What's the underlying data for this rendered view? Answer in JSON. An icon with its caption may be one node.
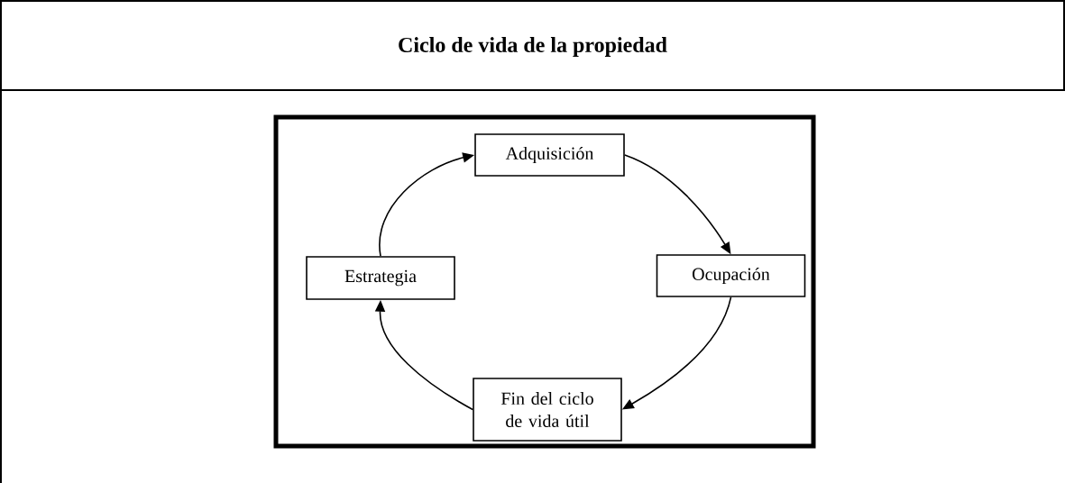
{
  "diagram": {
    "title": "Ciclo de vida de la propiedad",
    "nodes": [
      {
        "text": [
          "Adquisición"
        ]
      },
      {
        "text": [
          "Ocupación"
        ]
      },
      {
        "text": [
          "Fin del ciclo de vida útil"
        ]
      },
      {
        "text": [
          "Estrategia"
        ]
      }
    ],
    "edges": [
      {
        "from": 3,
        "to": 0,
        "arrow": "to"
      },
      {
        "from": 0,
        "to": 1,
        "arrow": "to"
      },
      {
        "from": 1,
        "to": 2,
        "arrow": "to"
      },
      {
        "from": 2,
        "to": 3,
        "arrow": "to"
      }
    ]
  }
}
